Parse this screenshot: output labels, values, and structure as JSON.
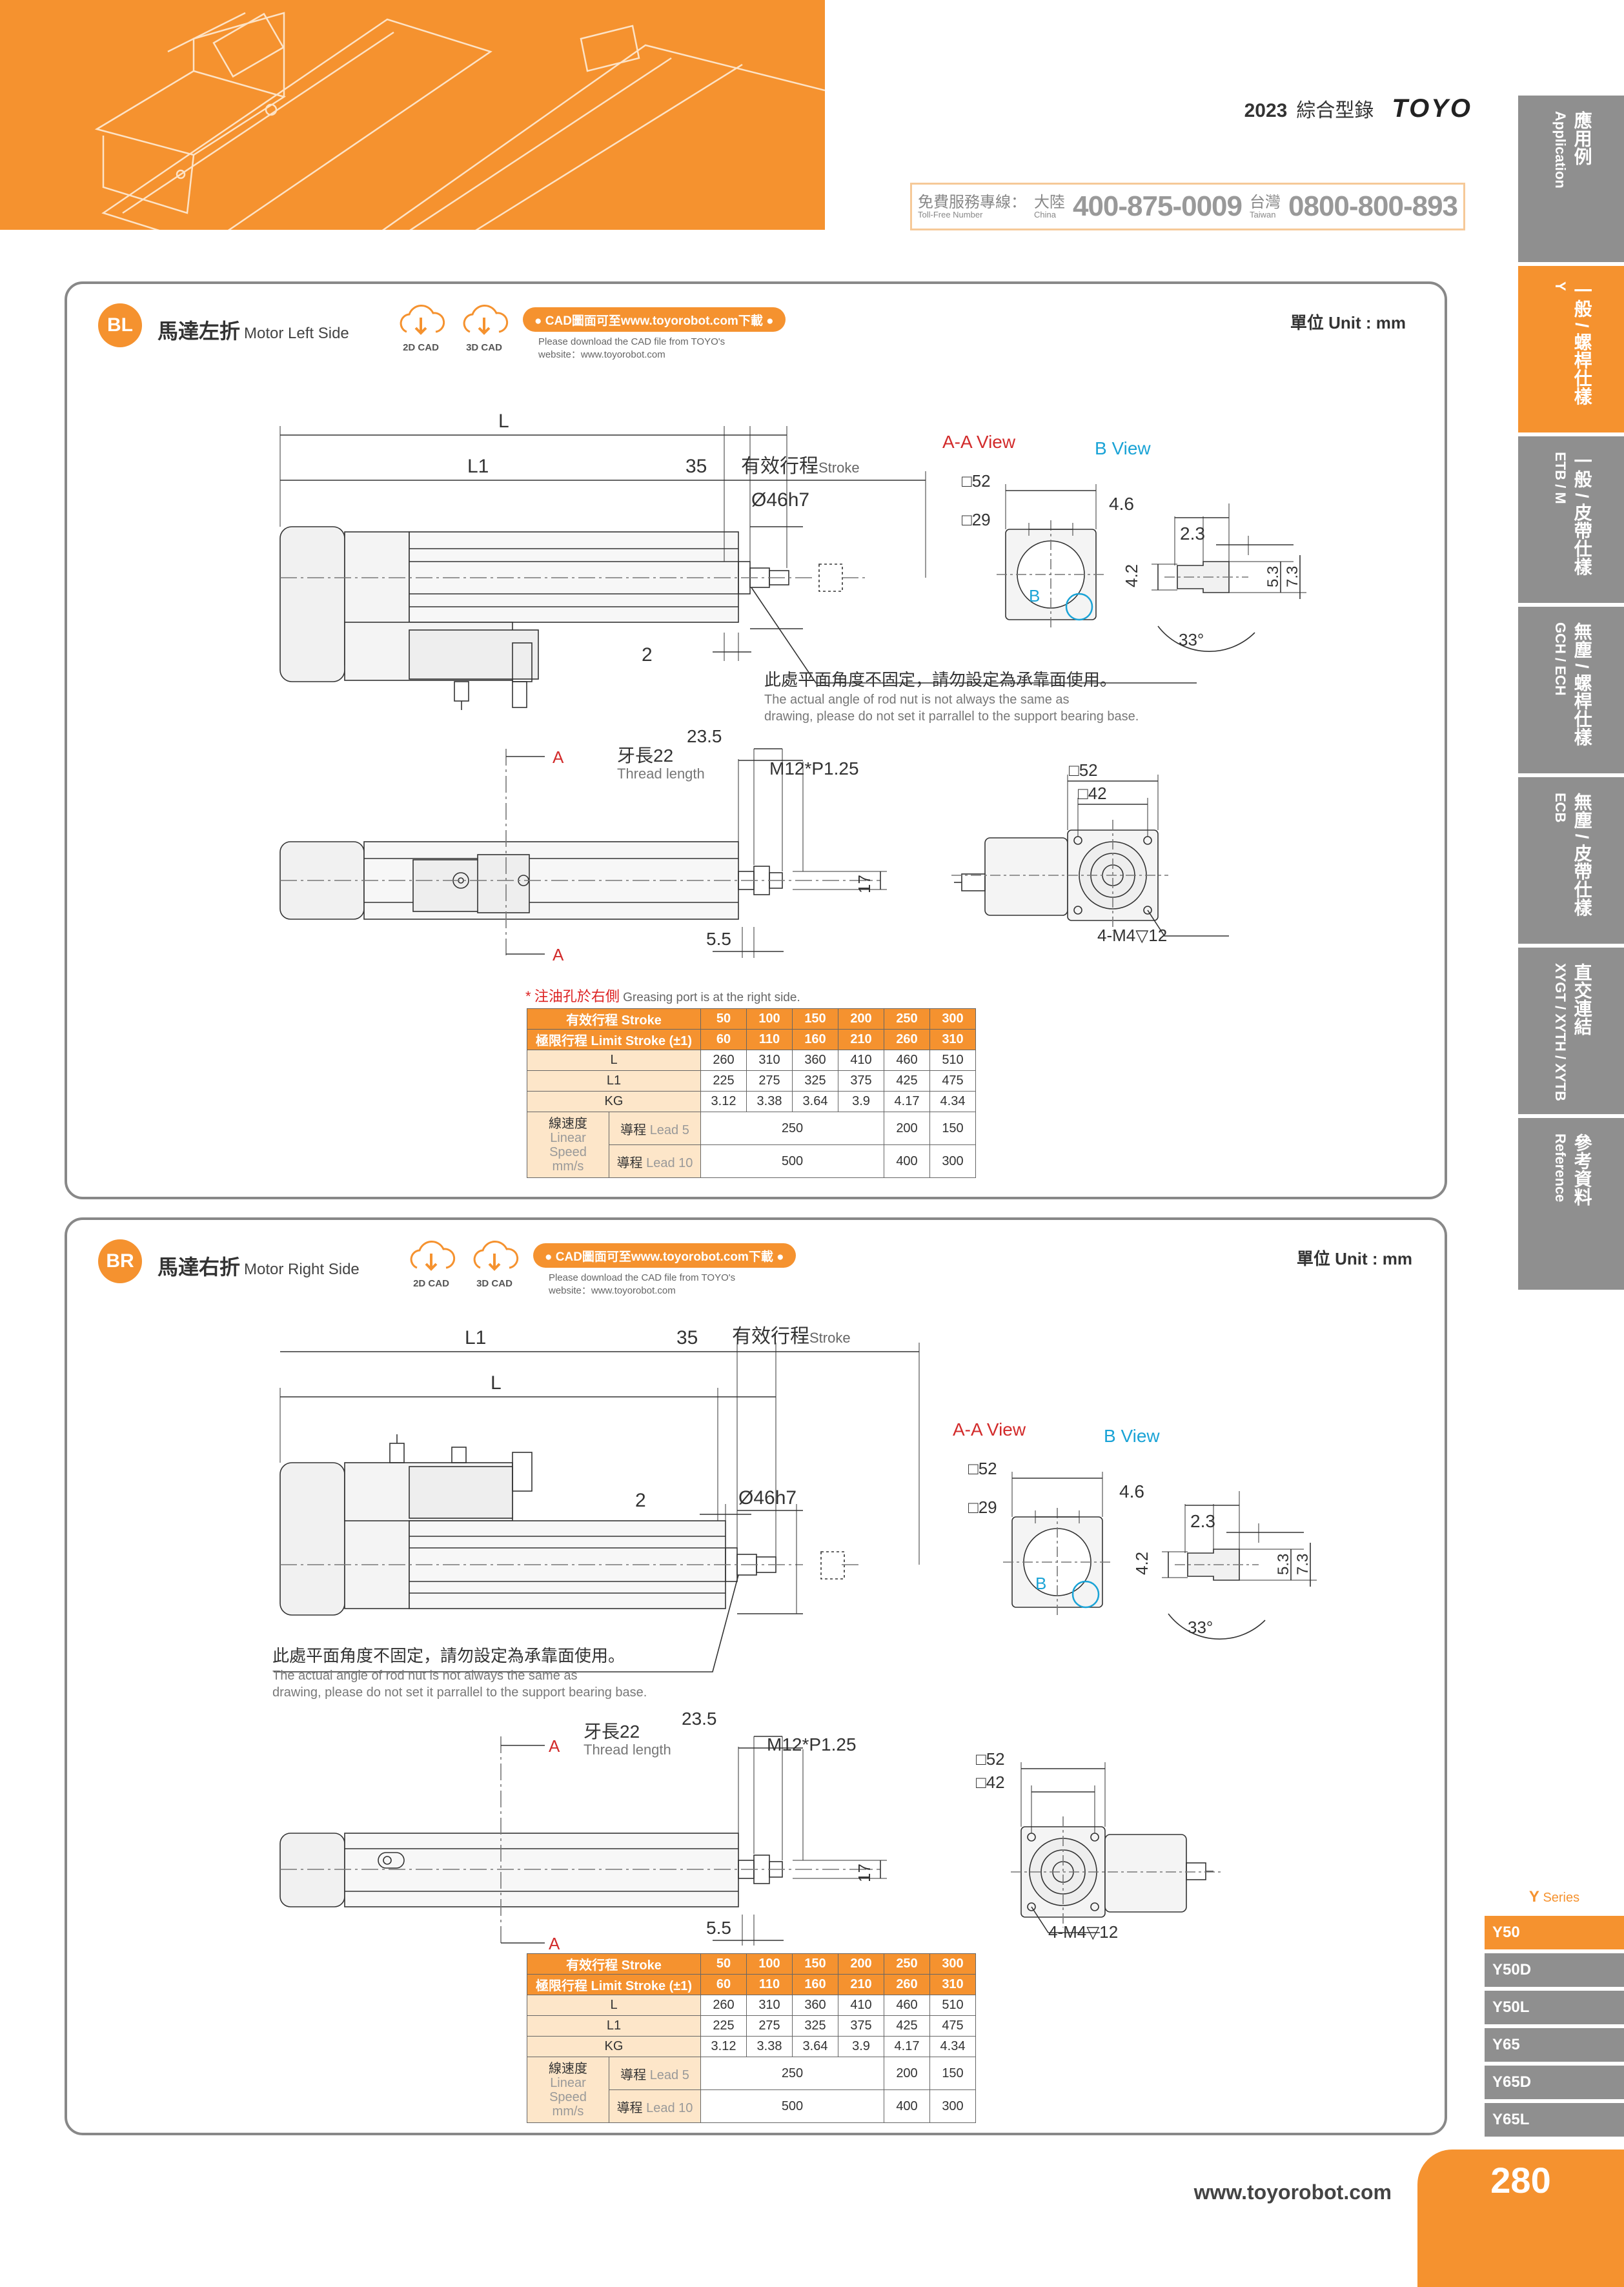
{
  "header": {
    "year": "2023",
    "catalog_title": "綜合型錄",
    "brand": "TOYO",
    "hotline_label": "免費服務專線：",
    "hotline_label_en": "Toll-Free Number",
    "china_label": "大陸",
    "china_label_en": "China",
    "china_number": "400-875-0009",
    "taiwan_label": "台灣",
    "taiwan_label_en": "Taiwan",
    "taiwan_number": "0800-800-893"
  },
  "side_tabs": [
    {
      "cn": "應用例",
      "en": "Application",
      "active": false
    },
    {
      "cn": "一般 / 螺桿仕樣",
      "en": "Y",
      "active": true
    },
    {
      "cn": "一般 / 皮帶仕樣",
      "en": "ETB / M",
      "active": false
    },
    {
      "cn": "無塵 / 螺桿仕樣",
      "en": "GCH / ECH",
      "active": false
    },
    {
      "cn": "無塵 / 皮帶仕樣",
      "en": "ECB",
      "active": false
    },
    {
      "cn": "直交連結",
      "en": "XYGT / XYTH / XYTB",
      "active": false
    },
    {
      "cn": "參考資料",
      "en": "Reference",
      "active": false
    }
  ],
  "panels": [
    {
      "badge": "BL",
      "title": "馬達左折",
      "title_en": "Motor Left Side",
      "cad2d": "2D CAD",
      "cad3d": "3D CAD",
      "cad_pill": "● CAD圖面可至www.toyorobot.com下載 ●",
      "cad_note1": "Please download the CAD file from TOYO's",
      "cad_note2": "website：www.toyorobot.com",
      "unit": "單位 Unit : mm",
      "dims": {
        "L": "L",
        "L1": "L1",
        "d35": "35",
        "stroke": "有效行程",
        "stroke_en": "Stroke",
        "bore": "Ø46h7",
        "d2": "2",
        "aa_view": "A-A View",
        "b_view": "B View",
        "sq52": "□52",
        "sq29": "□29",
        "sq42": "□42",
        "b": "B",
        "d46": "4.6",
        "d23": "2.3",
        "d42": "4.2",
        "d53": "5.3",
        "d73": "7.3",
        "ang": "33°",
        "warn_cn": "此處平面角度不固定，請勿設定為承靠面使用。",
        "warn_en1": "The actual angle of rod nut is not always the same as",
        "warn_en2": "drawing,  please do not set it parrallel to the support bearing base.",
        "thread": "牙長22",
        "thread_en": "Thread length",
        "d235": "23.5",
        "m12": "M12*P1.25",
        "d17": "17",
        "d55": "5.5",
        "sec_a": "A",
        "m4": "4-M4▽12"
      },
      "table_note_mark": "*",
      "table_note_cn": "注油孔於右側",
      "table_note_en": "Greasing port is at the right side."
    },
    {
      "badge": "BR",
      "title": "馬達右折",
      "title_en": "Motor Right Side",
      "cad2d": "2D CAD",
      "cad3d": "3D CAD",
      "cad_pill": "● CAD圖面可至www.toyorobot.com下載 ●",
      "cad_note1": "Please download the CAD file from TOYO's",
      "cad_note2": "website：www.toyorobot.com",
      "unit": "單位 Unit : mm",
      "dims": {
        "L": "L",
        "L1": "L1",
        "d35": "35",
        "stroke": "有效行程",
        "stroke_en": "Stroke",
        "bore": "Ø46h7",
        "d2": "2",
        "aa_view": "A-A View",
        "b_view": "B View",
        "sq52": "□52",
        "sq29": "□29",
        "sq42": "□42",
        "b": "B",
        "d46": "4.6",
        "d23": "2.3",
        "d42": "4.2",
        "d53": "5.3",
        "d73": "7.3",
        "ang": "33°",
        "warn_cn": "此處平面角度不固定，請勿設定為承靠面使用。",
        "warn_en1": "The actual angle of rod nut is not always the same as",
        "warn_en2": "drawing,  please do not set it parrallel to the support bearing base.",
        "thread": "牙長22",
        "thread_en": "Thread length",
        "d235": "23.5",
        "m12": "M12*P1.25",
        "d17": "17",
        "d55": "5.5",
        "sec_a": "A",
        "m4": "4-M4▽12"
      }
    }
  ],
  "spec_table": {
    "stroke_label": "有效行程 Stroke",
    "limit_label": "極限行程 Limit Stroke (±1)",
    "strokes": [
      "50",
      "100",
      "150",
      "200",
      "250",
      "300"
    ],
    "limits": [
      "60",
      "110",
      "160",
      "210",
      "260",
      "310"
    ],
    "rows": [
      {
        "label": "L",
        "values": [
          "260",
          "310",
          "360",
          "410",
          "460",
          "510"
        ]
      },
      {
        "label": "L1",
        "values": [
          "225",
          "275",
          "325",
          "375",
          "425",
          "475"
        ]
      },
      {
        "label": "KG",
        "values": [
          "3.12",
          "3.38",
          "3.64",
          "3.9",
          "4.17",
          "4.34"
        ]
      }
    ],
    "speed_cn": "線速度",
    "speed_en1": "Linear",
    "speed_en2": "Speed",
    "speed_unit": "mm/s",
    "lead_cn": "導程",
    "leads": [
      {
        "label": "Lead 5",
        "span": "250",
        "v250": "200",
        "v300": "150"
      },
      {
        "label": "Lead 10",
        "span": "500",
        "v250": "400",
        "v300": "300"
      }
    ]
  },
  "series": {
    "letter": "Y",
    "label": "Series",
    "items": [
      {
        "name": "Y50",
        "active": true
      },
      {
        "name": "Y50D",
        "active": false
      },
      {
        "name": "Y50L",
        "active": false
      },
      {
        "name": "Y65",
        "active": false
      },
      {
        "name": "Y65D",
        "active": false
      },
      {
        "name": "Y65L",
        "active": false
      }
    ]
  },
  "footer": {
    "url": "www.toyorobot.com",
    "page": "280"
  },
  "colors": {
    "accent": "#f5922f",
    "tab_gray": "#8f8f8f",
    "dim_red": "#d22b2b",
    "dim_blue": "#1aa3d6"
  }
}
